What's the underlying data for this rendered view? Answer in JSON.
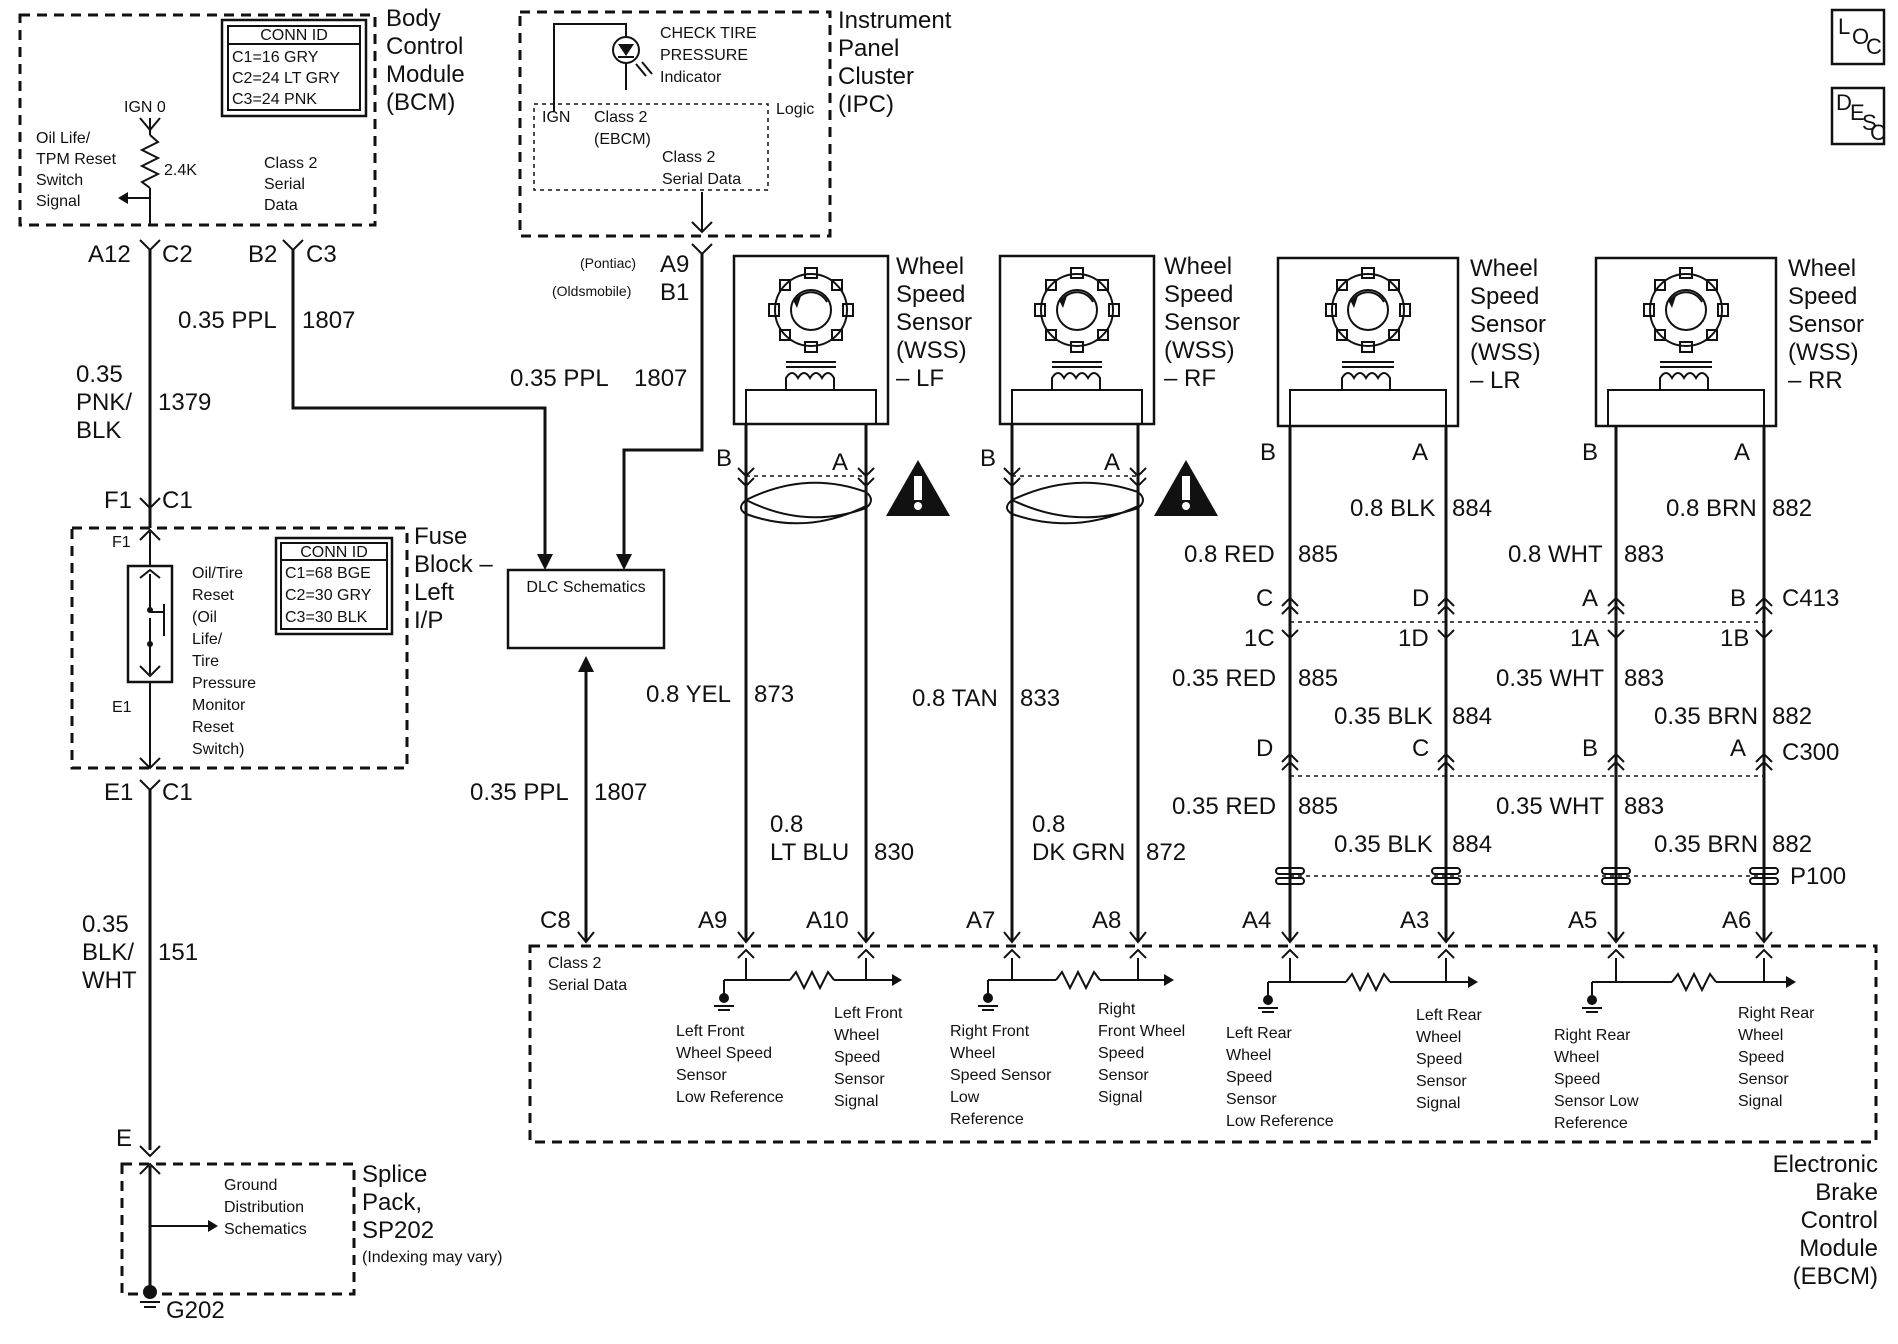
{
  "modules": {
    "bcm": [
      "Body",
      "Control",
      "Module",
      "(BCM)"
    ],
    "ipc": [
      "Instrument",
      "Panel",
      "Cluster",
      "(IPC)"
    ],
    "fuse": [
      "Fuse",
      "Block –",
      "Left",
      "I/P"
    ],
    "splice": [
      "Splice",
      "Pack,",
      "SP202"
    ],
    "splice_note": "(Indexing may vary)",
    "ebcm": [
      "Electronic",
      "Brake",
      "Control",
      "Module",
      "(EBCM)"
    ]
  },
  "bcm": {
    "conn_id_title": "CONN ID",
    "conn_id": [
      "C1=16 GRY",
      "C2=24 LT GRY",
      "C3=24 PNK"
    ],
    "ign": "IGN 0",
    "resistor": "2.4K",
    "switch_signal": [
      "Oil Life/",
      "TPM Reset",
      "Switch",
      "Signal"
    ],
    "class2": [
      "Class 2",
      "Serial",
      "Data"
    ],
    "pins": {
      "a12": "A12",
      "c2": "C2",
      "b2": "B2",
      "c3": "C3"
    }
  },
  "ipc": {
    "indicator": [
      "CHECK TIRE",
      "PRESSURE",
      "Indicator"
    ],
    "ign": "IGN",
    "ebcm_class2": [
      "Class 2",
      "(EBCM)"
    ],
    "logic": "Logic",
    "serial": [
      "Class 2",
      "Serial Data"
    ],
    "pin_pontiac_note": "(Pontiac)",
    "pin_pontiac": "A9",
    "pin_olds_note": "(Oldsmobile)",
    "pin_olds": "B1"
  },
  "fuse_block": {
    "conn_id_title": "CONN ID",
    "conn_id": [
      "C1=68 BGE",
      "C2=30 GRY",
      "C3=30 BLK"
    ],
    "switch_label": [
      "Oil/Tire",
      "Reset",
      "(Oil",
      "Life/",
      "Tire",
      "Pressure",
      "Monitor",
      "Reset",
      "Switch)"
    ],
    "pin_f1_inner": "F1",
    "pin_e1_inner": "E1",
    "pin_f1": "F1",
    "pin_c1_top": "C1",
    "pin_e1": "E1",
    "pin_c1_bottom": "C1"
  },
  "splice_pack": {
    "pin_e": "E",
    "ground_label": [
      "Ground",
      "Distribution",
      "Schematics"
    ],
    "ground": "G202"
  },
  "dlc": {
    "label": "DLC Schematics"
  },
  "wires": {
    "ppl_left": {
      "gauge": "0.35 PPL",
      "circuit": "1807"
    },
    "pnk_blk": {
      "gauge": [
        "0.35",
        "PNK/",
        "BLK"
      ],
      "circuit": "1379"
    },
    "blk_wht": {
      "gauge": [
        "0.35",
        "BLK/",
        "WHT"
      ],
      "circuit": "151"
    },
    "ppl_ipc": {
      "gauge": "0.35 PPL",
      "circuit": "1807"
    },
    "ppl_ebcm": {
      "gauge": "0.35 PPL",
      "circuit": "1807"
    },
    "lf_low": {
      "gauge": "0.8 YEL",
      "circuit": "873"
    },
    "lf_sig": {
      "gauge": [
        "0.8",
        "LT BLU"
      ],
      "circuit": "830"
    },
    "rf_low": {
      "gauge": "0.8 TAN",
      "circuit": "833"
    },
    "rf_sig": {
      "gauge": [
        "0.8",
        "DK GRN"
      ],
      "circuit": "872"
    }
  },
  "sensors": [
    {
      "label": [
        "Wheel",
        "Speed",
        "Sensor",
        "(WSS)",
        "– LF"
      ],
      "pin_b": "B",
      "pin_a": "A"
    },
    {
      "label": [
        "Wheel",
        "Speed",
        "Sensor",
        "(WSS)",
        "– RF"
      ],
      "pin_b": "B",
      "pin_a": "A"
    },
    {
      "label": [
        "Wheel",
        "Speed",
        "Sensor",
        "(WSS)",
        "– LR"
      ],
      "pin_b": "B",
      "pin_a": "A"
    },
    {
      "label": [
        "Wheel",
        "Speed",
        "Sensor",
        "(WSS)",
        "– RR"
      ],
      "pin_b": "B",
      "pin_a": "A"
    }
  ],
  "rear_wires": [
    {
      "g1": "0.8 RED",
      "c1": "885",
      "c413": "C",
      "inl": "1C",
      "g2": "0.35 RED",
      "c2": "885",
      "c300": "D",
      "g3": "0.35 RED",
      "c3": "885"
    },
    {
      "g1": "0.8 BLK",
      "c1": "884",
      "c413": "D",
      "inl": "1D",
      "g2": "0.35 BLK",
      "c2": "884",
      "c300": "C",
      "g3": "0.35 BLK",
      "c3": "884"
    },
    {
      "g1": "0.8 WHT",
      "c1": "883",
      "c413": "A",
      "inl": "1A",
      "g2": "0.35 WHT",
      "c2": "883",
      "c300": "B",
      "g3": "0.35 WHT",
      "c3": "883"
    },
    {
      "g1": "0.8 BRN",
      "c1": "882",
      "c413": "B",
      "inl": "1B",
      "g2": "0.35 BRN",
      "c2": "882",
      "c300": "A",
      "g3": "0.35 BRN",
      "c3": "882"
    }
  ],
  "connectors": {
    "c413": "C413",
    "c300": "C300",
    "p100": "P100"
  },
  "ebcm": {
    "pins": [
      "C8",
      "A9",
      "A10",
      "A7",
      "A8",
      "A4",
      "A3",
      "A5",
      "A6"
    ],
    "serial": [
      "Class 2",
      "Serial Data"
    ],
    "labels": [
      [
        "Left Front",
        "Wheel Speed",
        "Sensor",
        "Low Reference"
      ],
      [
        "Left Front",
        "Wheel",
        "Speed",
        "Sensor",
        "Signal"
      ],
      [
        "Right Front",
        "Wheel",
        "Speed Sensor",
        "Low",
        "Reference"
      ],
      [
        "Right",
        "Front Wheel",
        "Speed",
        "Sensor",
        "Signal"
      ],
      [
        "Left Rear",
        "Wheel",
        "Speed",
        "Sensor",
        "Low Reference"
      ],
      [
        "Left Rear",
        "Wheel",
        "Speed",
        "Sensor",
        "Signal"
      ],
      [
        "Right Rear",
        "Wheel",
        "Speed",
        "Sensor Low",
        "Reference"
      ],
      [
        "Right Rear",
        "Wheel",
        "Speed",
        "Sensor",
        "Signal"
      ]
    ]
  },
  "nav": {
    "loc": {
      "l": "L",
      "o": "O",
      "c": "C"
    },
    "desc": {
      "d": "D",
      "e": "E",
      "s": "S",
      "c": "C"
    }
  }
}
